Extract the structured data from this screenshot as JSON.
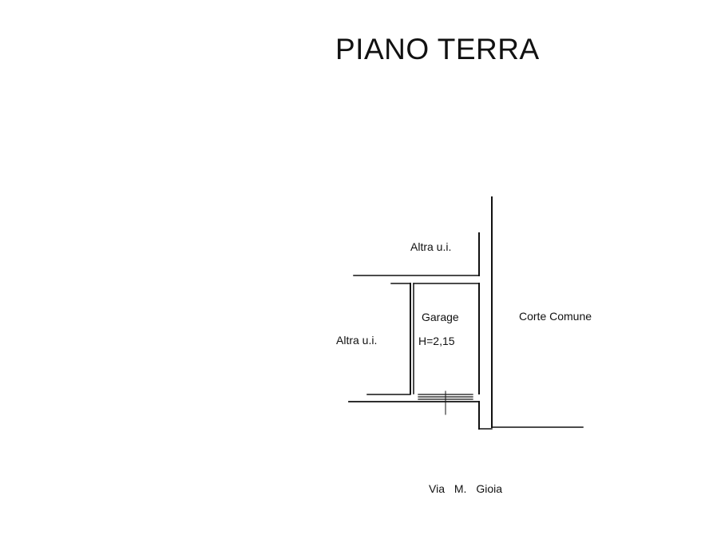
{
  "title": "PIANO TERRA",
  "rooms": {
    "other_unit_top": "Altra u.i.",
    "other_unit_left": "Altra u.i.",
    "garage": "Garage",
    "garage_height": "H=2,15",
    "common_court": "Corte Comune"
  },
  "street": "Via M. Gioia",
  "colors": {
    "background": "#ffffff",
    "lines": "#111111"
  }
}
